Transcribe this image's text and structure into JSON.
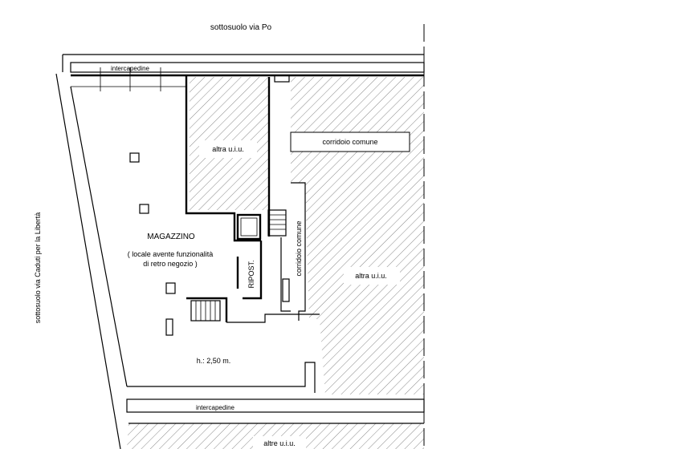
{
  "labels": {
    "street_top": "sottosuolo  via  Po",
    "street_left": "sottosuolo via Caduti per la Libertà",
    "intercapedine_top": "intercapedine",
    "intercapedine_bottom": "intercapedine",
    "magazzino_title": "MAGAZZINO",
    "magazzino_desc_1": "( locale  avente  funzionalità",
    "magazzino_desc_2": "di  retro  negozio )",
    "height": "h.: 2,50 m.",
    "ripost": "RIPOST.",
    "corridoio_h": "corridoio  comune",
    "corridoio_v": "corridoio  comune",
    "altra_uiu_1": "altra  u.i.u.",
    "altra_uiu_2": "altra  u.i.u.",
    "altre_uiu": "altre  u.i.u."
  }
}
